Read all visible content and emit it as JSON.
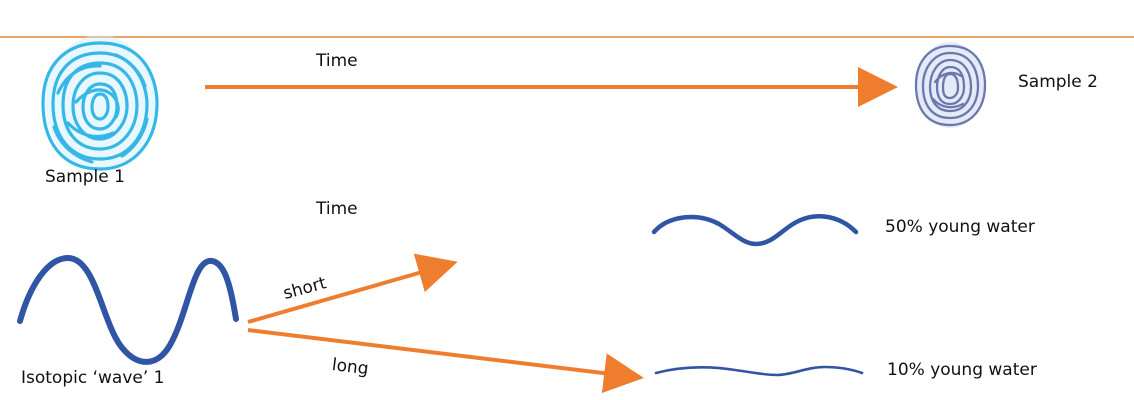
{
  "colors": {
    "accent_orange": "#ee7d2e",
    "wave_blue": "#2f55a4",
    "fingerprint_1": "#36b7e6",
    "fingerprint_2": "#6b78ad",
    "rule_line": "#e8a36a"
  },
  "fingerprints": {
    "sample1": {
      "icon": "fingerprint-icon",
      "label": "Sample 1"
    },
    "sample2": {
      "icon": "fingerprint-icon",
      "label": "Sample 2"
    }
  },
  "arrows": {
    "top_time_label": "Time",
    "lower_time_label": "Time",
    "short_label": "short",
    "long_label": "long"
  },
  "waves": {
    "wave1_label": "Isotopic ‘wave’ 1",
    "fifty_label": "50% young water",
    "ten_label": "10% young water"
  }
}
